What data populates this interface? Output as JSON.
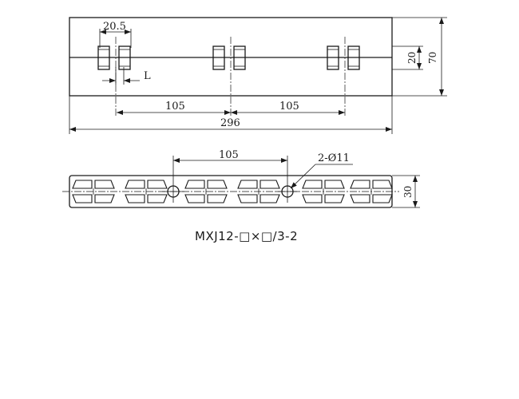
{
  "drawing": {
    "front_view": {
      "dim_pitch": "20.5",
      "dim_L": "L",
      "dim_spacing_left": "105",
      "dim_spacing_right": "105",
      "dim_total_length": "296",
      "dim_slot_height": "20",
      "dim_total_height": "70"
    },
    "top_view": {
      "dim_hole_spacing": "105",
      "dim_holes": "2-Ø11",
      "dim_width": "30"
    },
    "model_label": "MXJ12-□×□/3-2"
  }
}
